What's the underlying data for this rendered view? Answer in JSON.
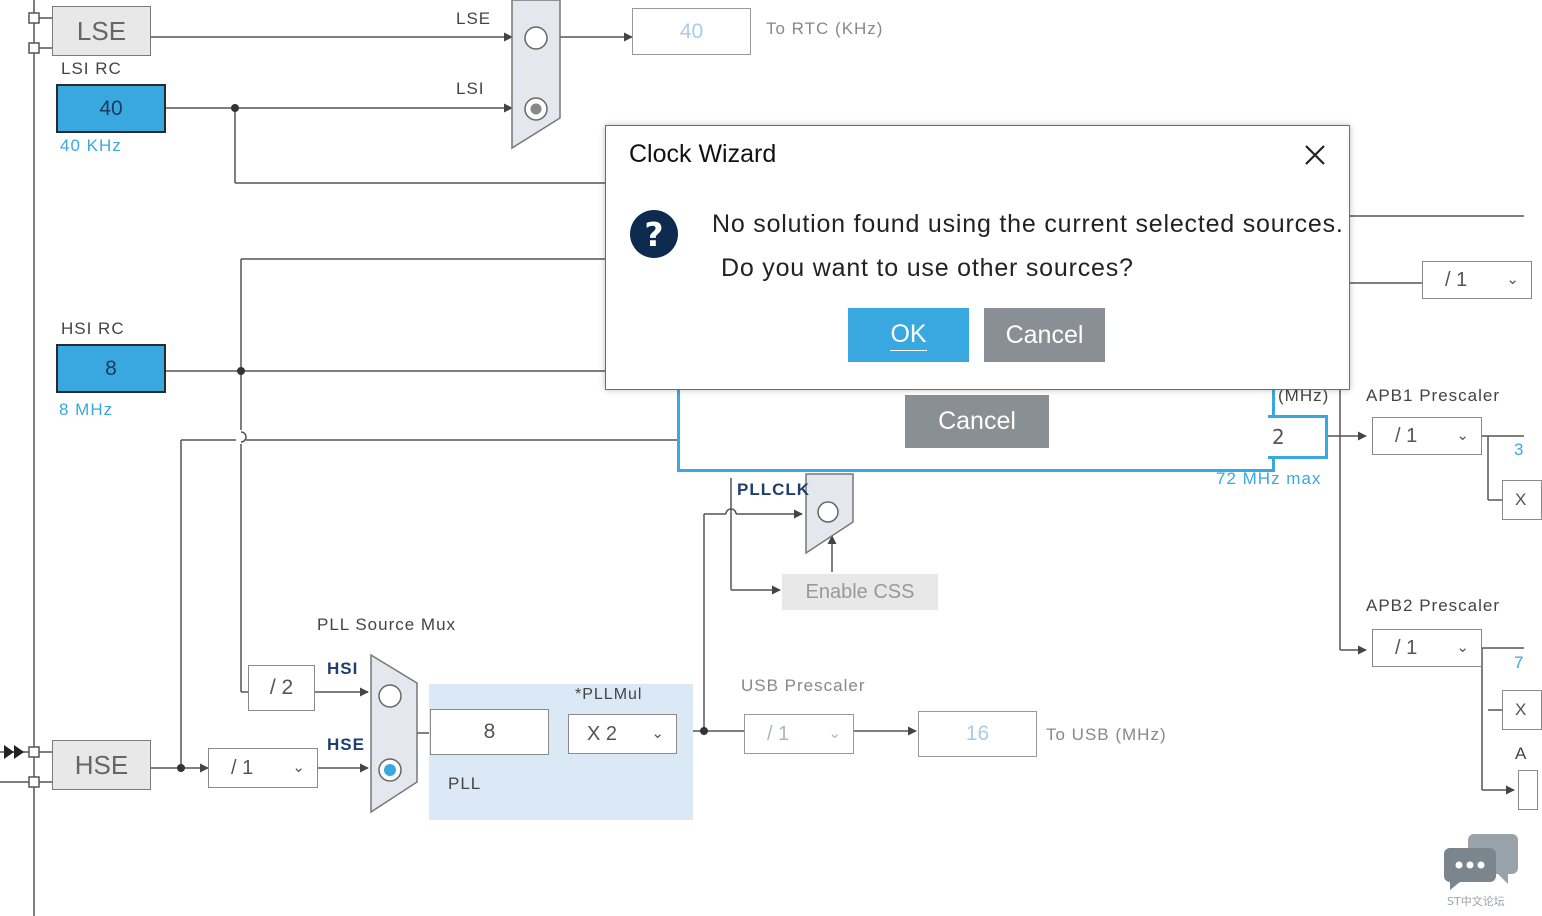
{
  "sources": {
    "lse": {
      "label": "LSE"
    },
    "lsi": {
      "title": "LSI RC",
      "value": "40",
      "freq": "40 KHz"
    },
    "hsi": {
      "title": "HSI RC",
      "value": "8",
      "freq": "8 MHz"
    },
    "hse": {
      "label": "HSE"
    }
  },
  "rtc": {
    "mux_lse": "LSE",
    "mux_lsi": "LSI",
    "value": "40",
    "label": "To RTC (KHz)"
  },
  "pll": {
    "source_mux_title": "PLL Source Mux",
    "hsi_div": "/ 2",
    "hsi_label": "HSI",
    "hse_label": "HSE",
    "hse_div": "/ 1",
    "value": "8",
    "mul_label": "*PLLMul",
    "mul": "X 2",
    "label": "PLL"
  },
  "sysclk": {
    "pllclk_label": "PLLCLK",
    "enable_css": "Enable CSS",
    "hclk_unit_fragment": "(MHz)",
    "hclk_value_fragment": "2",
    "max_label": "72 MHz max"
  },
  "usb": {
    "title": "USB Prescaler",
    "prescaler": "/ 1",
    "value": "16",
    "label": "To USB (MHz)"
  },
  "right": {
    "top_prescaler": "/ 1",
    "apb1_title": "APB1 Prescaler",
    "apb1": "/ 1",
    "apb1_out": "3",
    "apb2_title": "APB2 Prescaler",
    "apb2": "/ 1",
    "apb2_out": "7",
    "frag_x1": "X",
    "frag_x2": "X",
    "frag_a": "A"
  },
  "back_dialog": {
    "cancel": "Cancel"
  },
  "dialog": {
    "title": "Clock Wizard",
    "line1": "No solution found using the current selected sources.",
    "line2": "Do you want to use other sources?",
    "ok": "OK",
    "cancel": "Cancel",
    "icon": "question-icon"
  },
  "watermark": {
    "text": "ST中文论坛",
    "icon": "chat-bubbles-icon"
  },
  "colors": {
    "accent_blue": "#3aa8e0",
    "ok_button": "#3aa8e0",
    "cancel_button": "#8a8f94",
    "question_icon": "#0d2a4f",
    "pll_area": "#dbe9f6"
  }
}
